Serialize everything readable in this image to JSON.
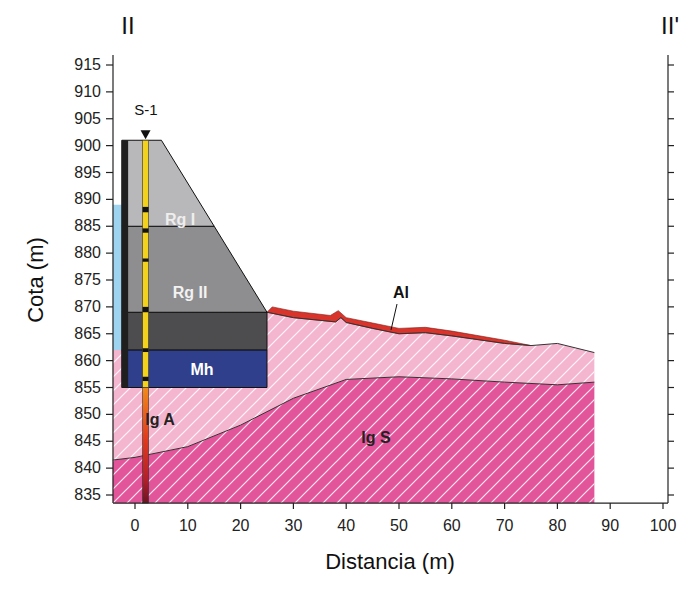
{
  "diagram": {
    "labels": [
      "II",
      "II'",
      "Cota (m)",
      "Distancia (m)",
      "915",
      "910",
      "905",
      "900",
      "895",
      "890",
      "885",
      "880",
      "875",
      "870",
      "865",
      "860",
      "855",
      "850",
      "845",
      "840",
      "835",
      "0",
      "10",
      "20",
      "30",
      "40",
      "50",
      "60",
      "70",
      "80",
      "90",
      "100",
      "S-1",
      "Rg I",
      "Rg II",
      "Mh",
      "Al",
      "Ig A",
      "Ig S"
    ]
  }
}
